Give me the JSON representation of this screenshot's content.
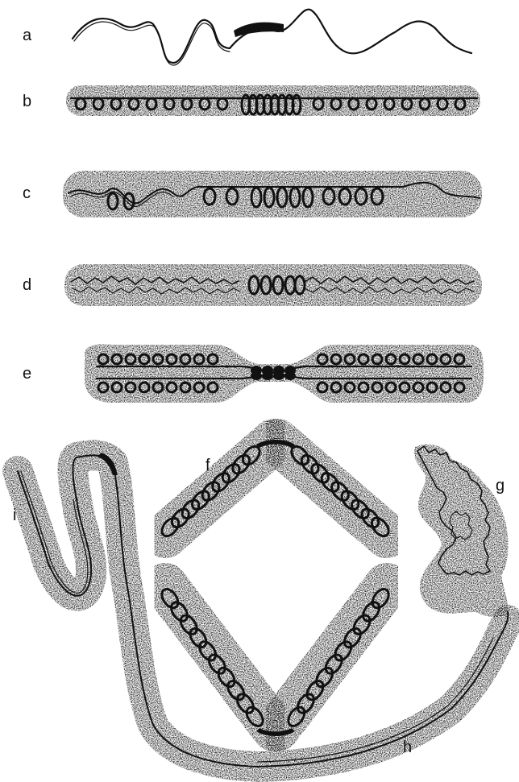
{
  "figure": {
    "panel_labels": {
      "a": "a",
      "b": "b",
      "c": "c",
      "d": "d",
      "e": "e",
      "f": "f",
      "g": "g",
      "h": "h",
      "i": "i"
    }
  }
}
